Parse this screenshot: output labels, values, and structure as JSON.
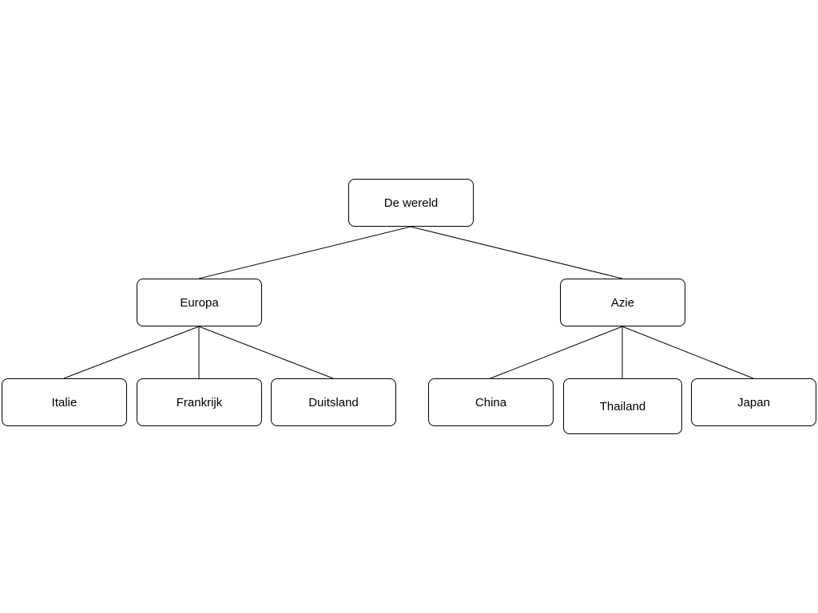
{
  "tree": {
    "root": {
      "label": "De wereld"
    },
    "europa": {
      "label": "Europa",
      "children": [
        "Italie",
        "Frankrijk",
        "Duitsland"
      ]
    },
    "azie": {
      "label": "Azie",
      "children": [
        "China",
        "Thailand",
        "Japan"
      ]
    }
  },
  "colors": {
    "stroke": "#000000",
    "fill": "#ffffff",
    "text": "#000000"
  }
}
